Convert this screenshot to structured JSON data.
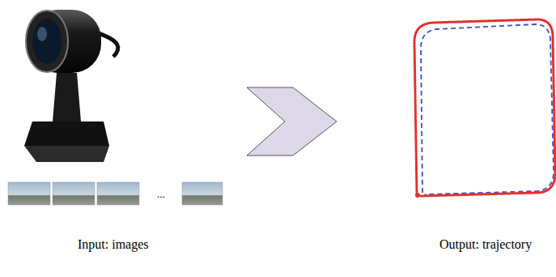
{
  "diagram": {
    "labels": [
      "...",
      "Input: images",
      "Output: trajectory"
    ]
  }
}
